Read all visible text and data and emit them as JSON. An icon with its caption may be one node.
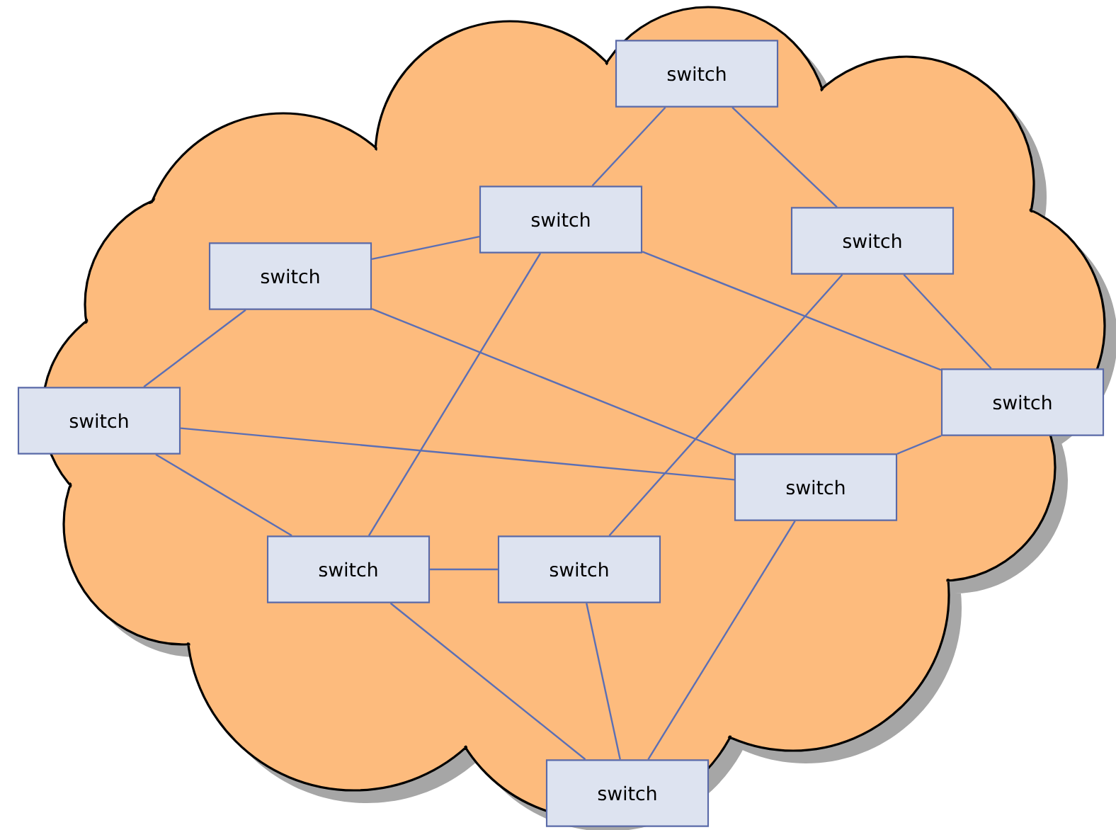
{
  "diagram": {
    "nodes": [
      {
        "text": [
          "switch"
        ]
      },
      {
        "text": [
          "switch"
        ]
      },
      {
        "text": [
          "switch"
        ]
      },
      {
        "text": [
          "switch"
        ]
      },
      {
        "text": [
          "switch"
        ]
      },
      {
        "text": [
          "switch"
        ]
      },
      {
        "text": [
          "switch"
        ]
      },
      {
        "text": [
          "switch"
        ]
      },
      {
        "text": [
          "switch"
        ]
      },
      {
        "text": [
          "switch"
        ]
      }
    ],
    "edges": [
      {
        "from": 0,
        "to": 1,
        "arrow": "none"
      },
      {
        "from": 0,
        "to": 2,
        "arrow": "none"
      },
      {
        "from": 1,
        "to": 3,
        "arrow": "none"
      },
      {
        "from": 1,
        "to": 5,
        "arrow": "none"
      },
      {
        "from": 1,
        "to": 7,
        "arrow": "none"
      },
      {
        "from": 2,
        "to": 5,
        "arrow": "none"
      },
      {
        "from": 2,
        "to": 8,
        "arrow": "none"
      },
      {
        "from": 3,
        "to": 4,
        "arrow": "none"
      },
      {
        "from": 3,
        "to": 6,
        "arrow": "none"
      },
      {
        "from": 4,
        "to": 6,
        "arrow": "none"
      },
      {
        "from": 4,
        "to": 7,
        "arrow": "none"
      },
      {
        "from": 5,
        "to": 6,
        "arrow": "none"
      },
      {
        "from": 6,
        "to": 9,
        "arrow": "none"
      },
      {
        "from": 7,
        "to": 8,
        "arrow": "none"
      },
      {
        "from": 7,
        "to": 9,
        "arrow": "none"
      },
      {
        "from": 8,
        "to": 9,
        "arrow": "none"
      }
    ]
  }
}
